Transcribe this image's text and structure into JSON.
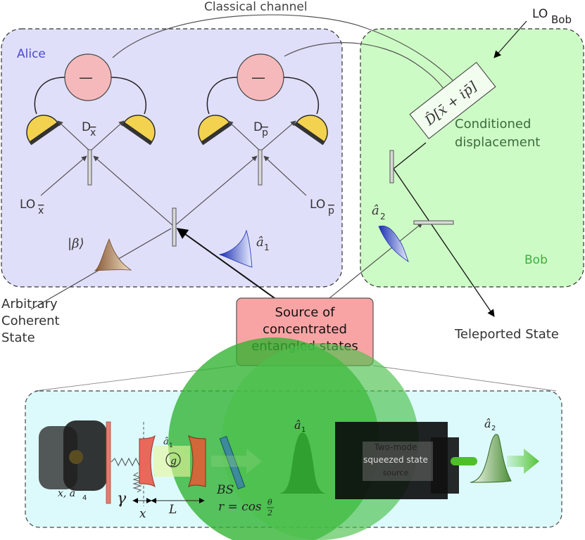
{
  "labels": {
    "classical_channel": "Classical channel",
    "lo_bob": "LO",
    "lo_bob_sub": "Bob",
    "alice": "Alice",
    "bob": "Bob",
    "minus": "—",
    "d_x": "D",
    "d_x_sub": "x",
    "d_p": "D",
    "d_p_sub": "p",
    "lo_x": "LO",
    "lo_x_sub": "x",
    "lo_p": "LO",
    "lo_p_sub": "p",
    "beta": "|β⟩",
    "a1": "â",
    "a1_sub": "1",
    "a2": "â",
    "a2_sub": "2",
    "displacement_op": "D̂[x̄ + ip̄]",
    "conditioned_1": "Conditioned",
    "conditioned_2": "displacement",
    "source_1": "Source of",
    "source_2": "concentrated",
    "source_3": "entangled states",
    "arbitrary_1": "Arbitrary",
    "arbitrary_2": "Coherent",
    "arbitrary_3": "State",
    "teleported": "Teleported State"
  },
  "inset": {
    "a1": "â",
    "a1_sub": "1",
    "a1_small": "â",
    "a1_small_sub": "1",
    "g": "g",
    "a2": "â",
    "a2_sub": "2",
    "gamma": "γ",
    "x": "x",
    "L": "L",
    "bs": "BS",
    "r": "r = cos",
    "theta": "θ",
    "two": "2",
    "xa": "x, â",
    "xa_sub": "4",
    "tms_1": "Two-mode",
    "tms_2": "squeezed state",
    "tms_3": "source"
  },
  "colors": {
    "alice_panel": "#e0dffa",
    "bob_panel": "#cdfbc5",
    "inset_panel": "#dcfafc",
    "detector": "#f2d24f",
    "subtractor": "#f6b9bb",
    "source_box": "#f8a4a4",
    "green_overlay": "#2fb22f"
  }
}
